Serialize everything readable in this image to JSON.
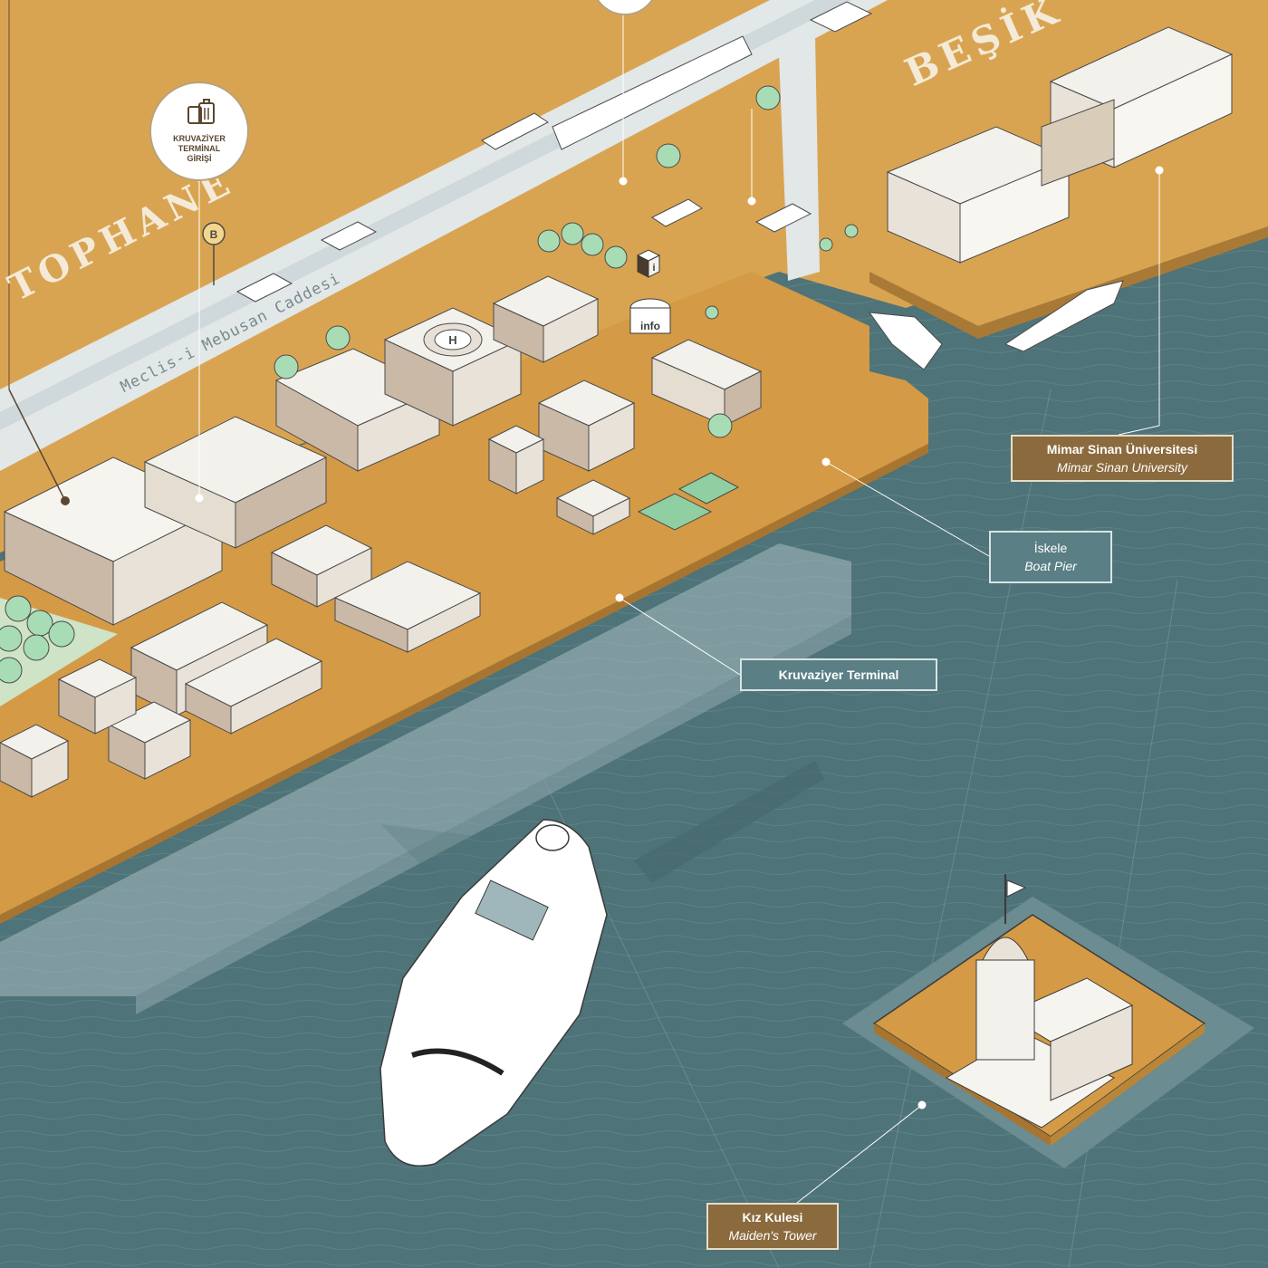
{
  "map": {
    "districts": [
      "TOPHANE",
      "BEŞİK"
    ],
    "street": "Meclis-i Mebusan Caddesi",
    "badge": {
      "lines": [
        "KRUVAZİYER",
        "TERMİNAL",
        "GİRİŞİ"
      ],
      "icon": "luggage-icon"
    },
    "signs": {
      "helipad": "H",
      "info_cube": "i",
      "info_kiosk": "info",
      "bus_stop": "B"
    },
    "labels": {
      "mimar_sinan": {
        "primary": "Mimar Sinan Üniversitesi",
        "secondary": "Mimar Sinan University"
      },
      "iskele": {
        "primary": "İskele",
        "secondary": "Boat Pier"
      },
      "kruvaziyer": {
        "primary": "Kruvaziyer Terminal"
      },
      "kiz_kulesi": {
        "primary": "Kız Kulesi",
        "secondary": "Maiden's Tower"
      }
    },
    "colors": {
      "land": "#d9a452",
      "pier": "#d49a45",
      "water": "#4e7378",
      "road": "#dfe5e6",
      "building": "#f3f1ec",
      "green": "#8fcfa2",
      "label_brown": "#8b6a3e",
      "label_teal": "#5a7f84"
    }
  }
}
